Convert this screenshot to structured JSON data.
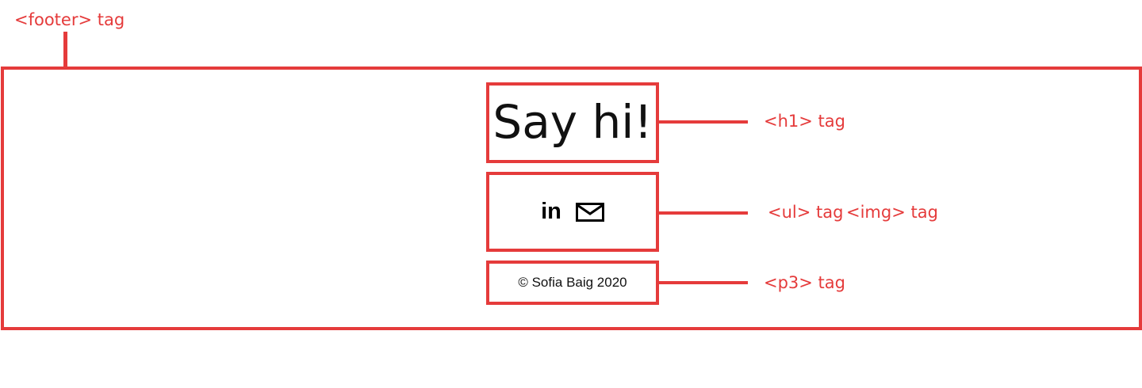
{
  "annotations": {
    "footer": "<footer> tag",
    "h1": "<h1> tag",
    "ul": "<ul> tag",
    "img": "<img> tag",
    "p3": "<p3> tag"
  },
  "footer_content": {
    "heading": "Say hi!",
    "social_icons": [
      "linkedin-icon",
      "mail-icon"
    ],
    "linkedin_text": "in",
    "copyright": "© Sofia Baig 2020"
  },
  "colors": {
    "annotation": "#e53b3b",
    "text": "#111111",
    "background": "#ffffff"
  }
}
